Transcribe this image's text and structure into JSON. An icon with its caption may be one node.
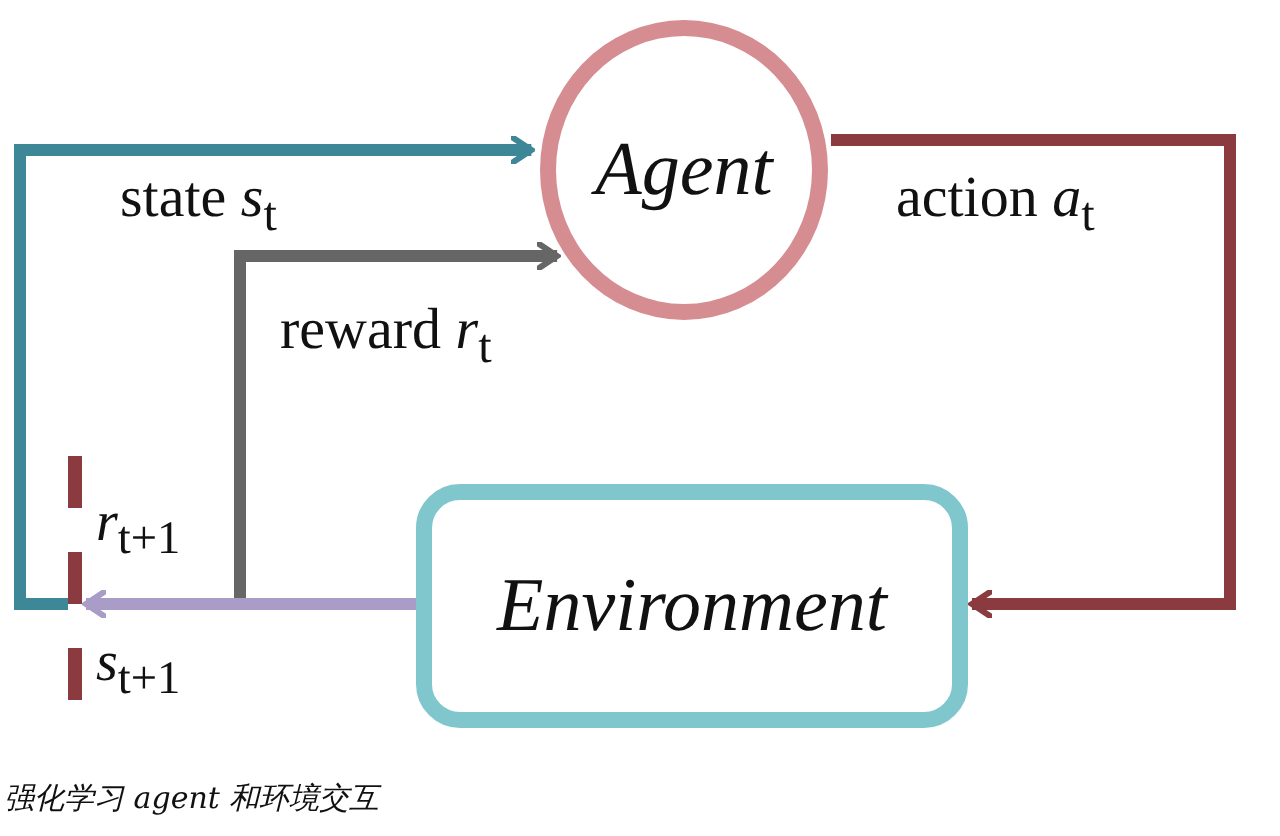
{
  "diagram": {
    "caption": "强化学习 agent 和环境交互",
    "nodes": [
      {
        "text": [
          "Agent"
        ]
      },
      {
        "text": [
          "Environment"
        ]
      },
      {
        "text": [],
        "shape": "bar",
        "beside": [
          "*r*$_{t+1}$",
          "*s*$_{t+1}$"
        ]
      }
    ],
    "edges": [
      {
        "from": 0,
        "to": 1,
        "arrow": "to",
        "label": "action *a*$_{t}$",
        "color": "#8b3a40"
      },
      {
        "from": 1,
        "to": 2,
        "arrow": "to",
        "color": "#a99cc6"
      },
      {
        "from": 2,
        "to": 0,
        "arrow": "to",
        "label": "state *s*$_{t}$",
        "color": "#3d8796"
      },
      {
        "from": 1,
        "to": 0,
        "arrow": "to",
        "label": "reward *r*$_{t}$",
        "color": "#666666"
      }
    ]
  }
}
